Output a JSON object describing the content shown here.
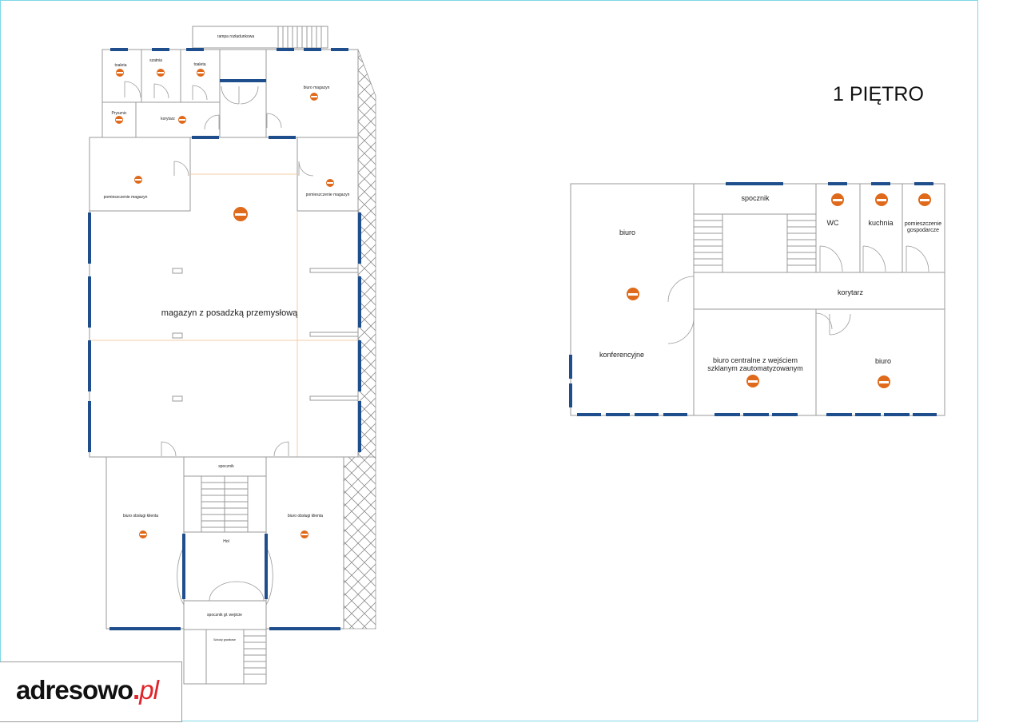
{
  "floor_title": "1 PIĘTRO",
  "logo": {
    "name": "adresowo",
    "dot": ".",
    "tld": "pl"
  },
  "ground_floor": {
    "ramp": "rampa rozładunkowa",
    "rooms": {
      "toaleta_1": "toaleta",
      "szatnia": "szatnia",
      "toaleta_2": "toaleta",
      "prysznic": "Prysznic",
      "korytarz": "korytarz",
      "biuro_magazyn": "biuro magazyn",
      "pom_magazyn_left": "pomieszczenie magazyn",
      "pom_magazyn_right": "pomieszczenie magazyn",
      "magazyn": "magazyn z posadzką przemysłową",
      "spocznik": "spocznik",
      "biuro_obslugi_left": "biuro obsługi klienta",
      "biuro_obslugi_right": "biuro obsługi klienta",
      "hol": "Hol",
      "spocznik_gl": "spocznik gł. wejście",
      "schody": "Schody granitowe"
    }
  },
  "first_floor": {
    "rooms": {
      "spocznik": "spocznik",
      "wc": "WC",
      "kuchnia": "kuchnia",
      "pom_gosp_1": "pomieszczenie",
      "pom_gosp_2": "gospodarcze",
      "biuro_top": "biuro",
      "korytarz": "korytarz",
      "konferencyjne": "konferencyjne",
      "biuro_centralne_1": "biuro centralne z wejściem",
      "biuro_centralne_2": "szklanym zautomatyzowanym",
      "biuro_right": "biuro"
    }
  },
  "colors": {
    "window": "#1f4e8c",
    "badge": "#e06a1b",
    "wall": "#9a9a9a",
    "frame": "#7fd7e6",
    "logo_accent": "#e0252b"
  }
}
